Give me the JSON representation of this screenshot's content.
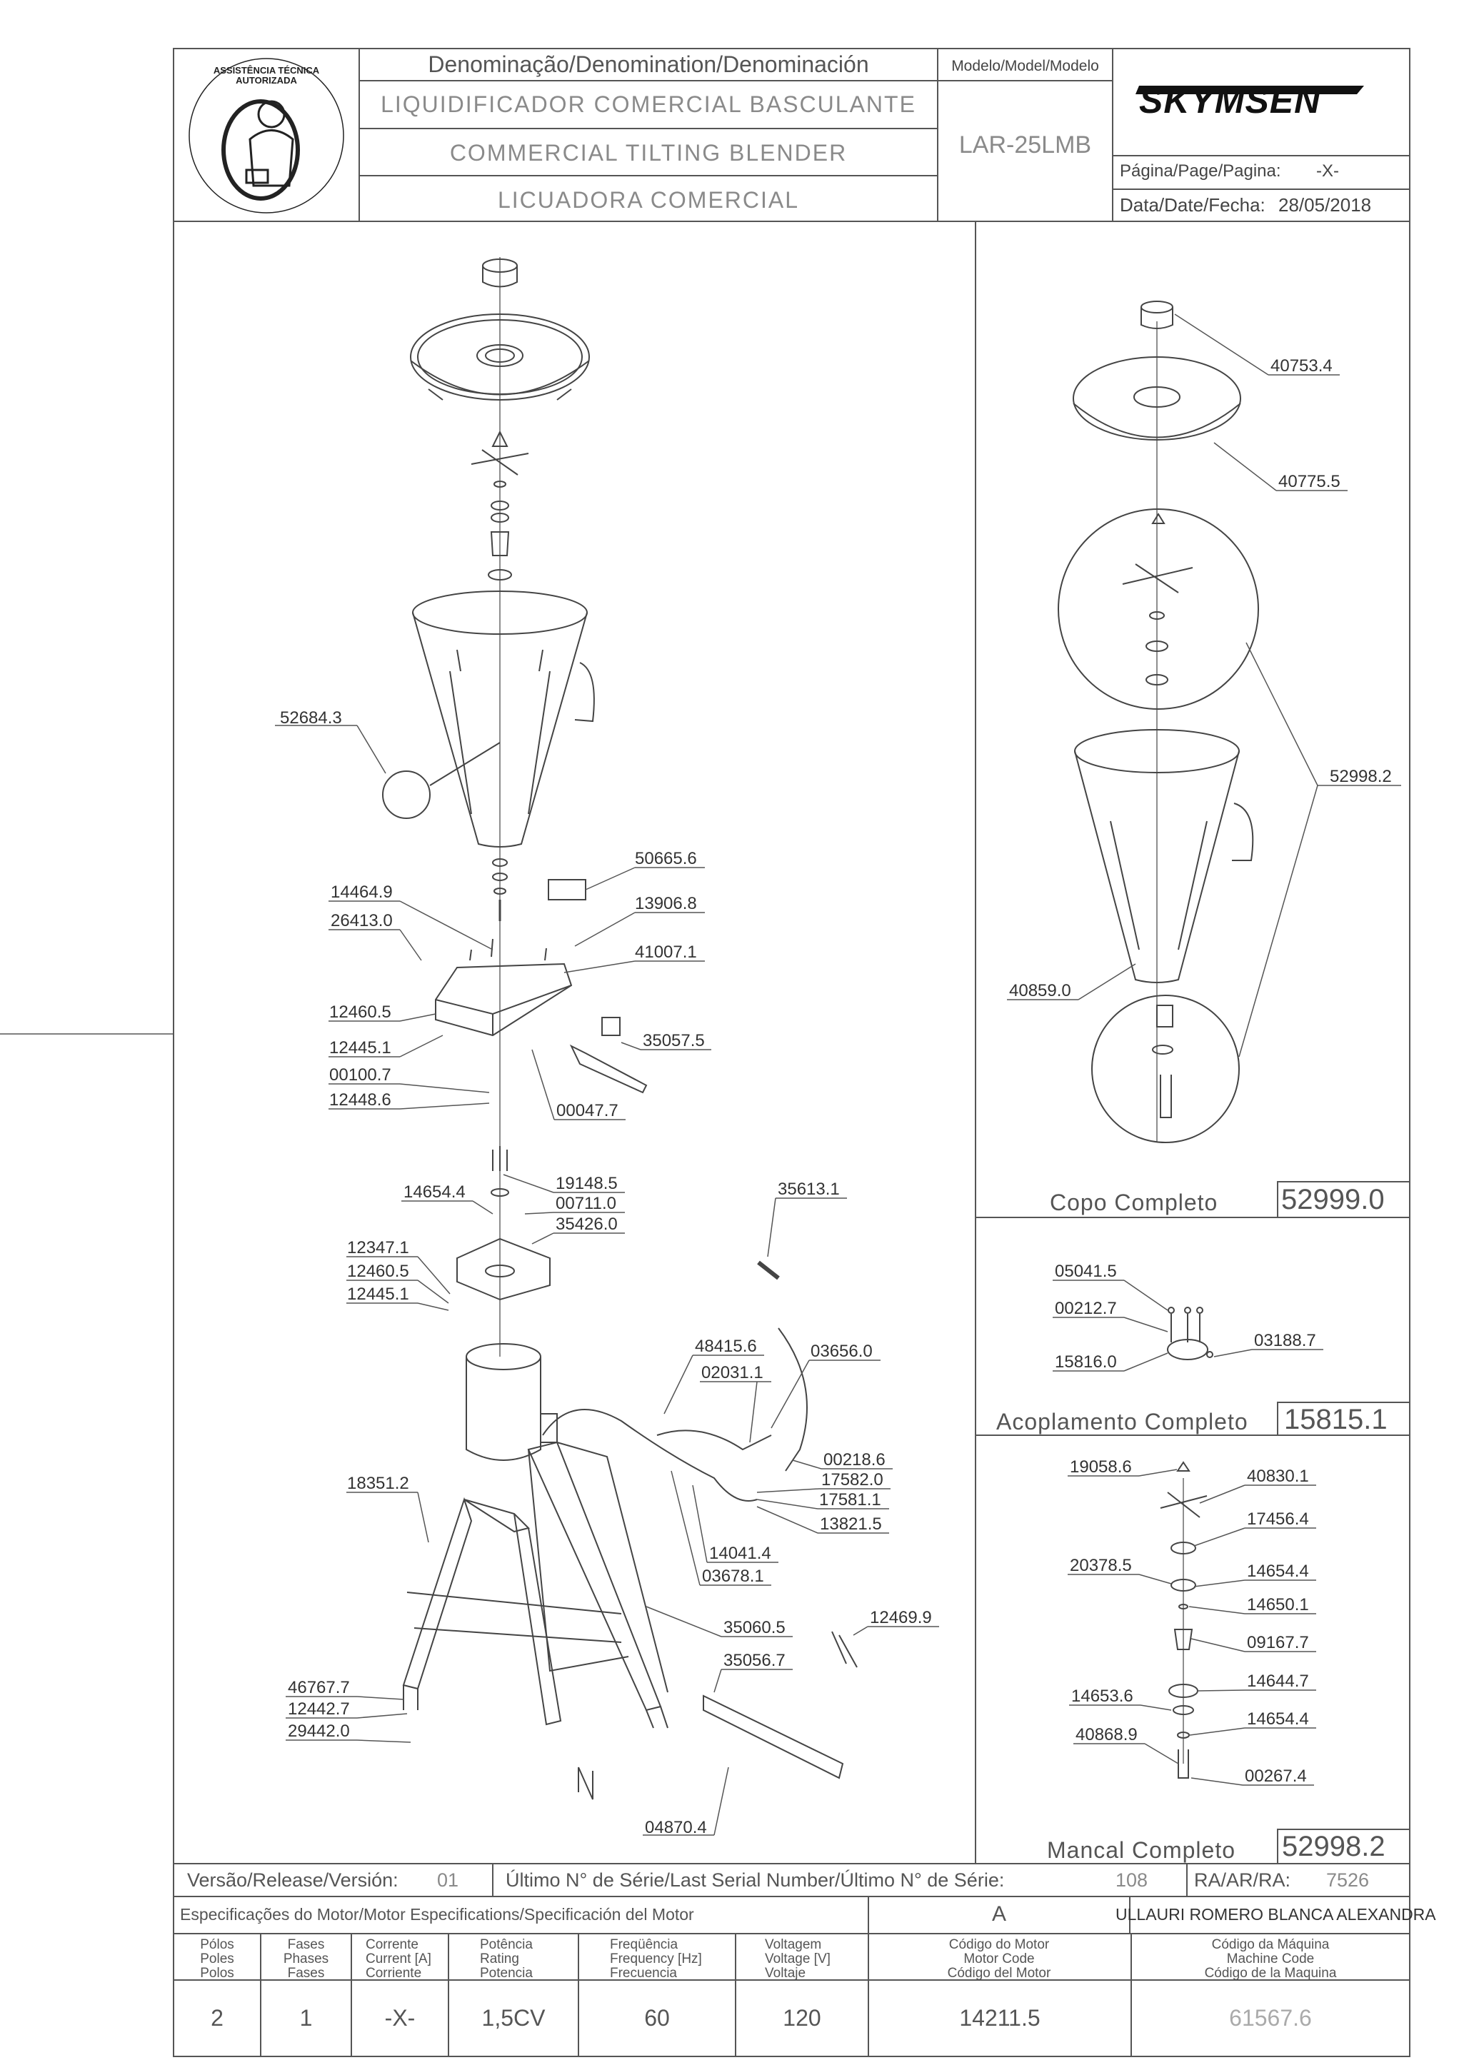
{
  "header": {
    "denomination_title": "Denominação/Denomination/Denominación",
    "names": [
      "LIQUIDIFICADOR COMERCIAL BASCULANTE",
      "COMMERCIAL TILTING BLENDER",
      "LICUADORA COMERCIAL"
    ],
    "model_label": "Modelo/Model/Modelo",
    "model": "LAR-25LMB",
    "brand": "SKYMSEN",
    "page_label": "Página/Page/Pagina:",
    "page_value": "-X-",
    "date_label": "Data/Date/Fecha:",
    "date_value": "28/05/2018",
    "seal_text": "ASSISTÊNCIA TÉCNICA AUTORIZADA"
  },
  "main_labels": [
    "52684.3",
    "50665.6",
    "14464.9",
    "13906.8",
    "26413.0",
    "41007.1",
    "12460.5",
    "35057.5",
    "12445.1",
    "00100.7",
    "12448.6",
    "00047.7",
    "19148.5",
    "14654.4",
    "00711.0",
    "35426.0",
    "35613.1",
    "12347.1",
    "12460.5",
    "12445.1",
    "48415.6",
    "03656.0",
    "02031.1",
    "00218.6",
    "17582.0",
    "17581.1",
    "18351.2",
    "13821.5",
    "14041.4",
    "03678.1",
    "12469.9",
    "35060.5",
    "35056.7",
    "46767.7",
    "12442.7",
    "29442.0",
    "04870.4"
  ],
  "copo": {
    "title": "Copo Completo",
    "code": "52999.0",
    "labels": [
      "40753.4",
      "40775.5",
      "52998.2",
      "40859.0"
    ]
  },
  "acoplamento": {
    "title": "Acoplamento Completo",
    "code": "15815.1",
    "labels": [
      "05041.5",
      "00212.7",
      "03188.7",
      "15816.0"
    ]
  },
  "mancal": {
    "title": "Mancal Completo",
    "code": "52998.2",
    "labels": [
      "19058.6",
      "40830.1",
      "17456.4",
      "20378.5",
      "14654.4",
      "14650.1",
      "09167.7",
      "14644.7",
      "14653.6",
      "14654.4",
      "40868.9",
      "00267.4"
    ]
  },
  "footer": {
    "version_label": "Versão/Release/Versión:",
    "version_value": "01",
    "serial_label": "Último N° de Série/Last Serial Number/Último N° de Série:",
    "serial_value": "108",
    "ra_label": "RA/AR/RA:",
    "ra_value": "7526",
    "motor_spec_label": "Especificações do Motor/Motor Especifications/Specificación del Motor",
    "revision": "A",
    "author": "ULLAURI ROMERO BLANCA ALEXANDRA",
    "columns": [
      {
        "title": [
          "Pólos",
          "Poles",
          "Polos"
        ],
        "value": "2"
      },
      {
        "title": [
          "Fases",
          "Phases",
          "Fases"
        ],
        "value": "1"
      },
      {
        "title": [
          "Corrente",
          "Current [A]",
          "Corriente"
        ],
        "value": "-X-"
      },
      {
        "title": [
          "Potência",
          "Rating",
          "Potencia"
        ],
        "value": "1,5CV"
      },
      {
        "title": [
          "Freqüência",
          "Frequency [Hz]",
          "Frecuencia"
        ],
        "value": "60"
      },
      {
        "title": [
          "Voltagem",
          "Voltage [V]",
          "Voltaje"
        ],
        "value": "120"
      },
      {
        "title": [
          "Código do Motor",
          "Motor Code",
          "Código del Motor"
        ],
        "value": "14211.5"
      },
      {
        "title": [
          "Código da Máquina",
          "Machine Code",
          "Código de la Maquina"
        ],
        "value": "61567.6"
      }
    ]
  }
}
